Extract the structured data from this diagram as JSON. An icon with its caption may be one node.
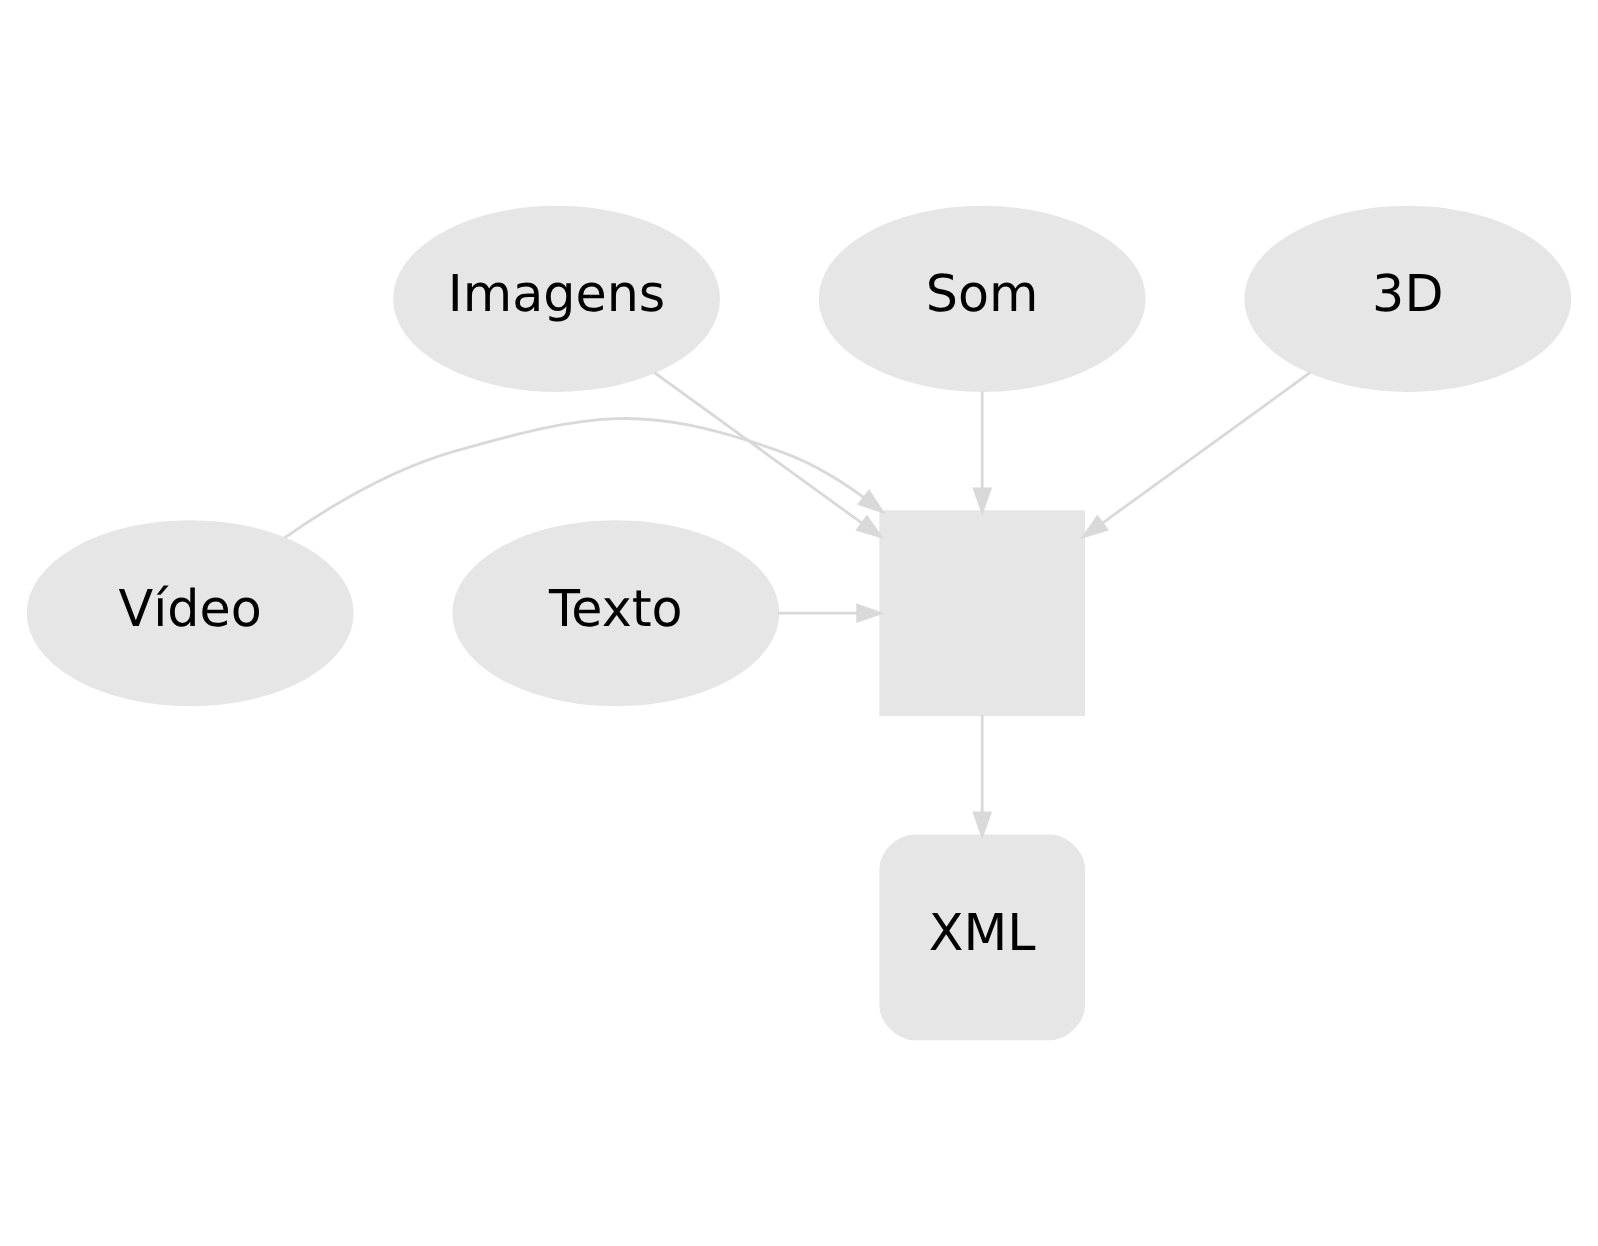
{
  "diagram": {
    "nodes": [
      {
        "text": [
          "Imagens"
        ]
      },
      {
        "text": [
          "Som"
        ]
      },
      {
        "text": [
          "3D"
        ]
      },
      {
        "text": [
          "Vídeo"
        ]
      },
      {
        "text": [
          "Texto"
        ]
      },
      {
        "text": [],
        "shape": "box"
      },
      {
        "text": [
          "XML"
        ]
      }
    ],
    "edges": [
      {
        "from": 0,
        "to": 5,
        "arrow": "to"
      },
      {
        "from": 1,
        "to": 5,
        "arrow": "to"
      },
      {
        "from": 2,
        "to": 5,
        "arrow": "to"
      },
      {
        "from": 3,
        "to": 5,
        "arrow": "to"
      },
      {
        "from": 4,
        "to": 5,
        "arrow": "to"
      },
      {
        "from": 5,
        "to": 6,
        "arrow": "to"
      }
    ]
  }
}
